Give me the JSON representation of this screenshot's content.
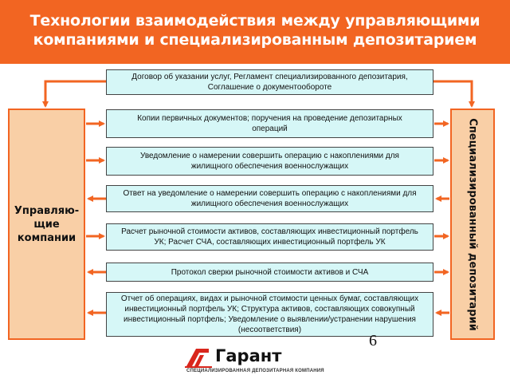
{
  "header": {
    "line1": "Технологии взаимодействия между  управляющими",
    "line2": "компаниями и специализированным депозитарием"
  },
  "left_party": {
    "line1": "Управляю-",
    "line2": "щие",
    "line3": "компании"
  },
  "right_party": {
    "label": "Специализированный депозитарий"
  },
  "flows": [
    {
      "direction": "both",
      "line1": "Договор об указании услуг, Регламент специализированного депозитария,",
      "line2": "Соглашение о документообороте"
    },
    {
      "direction": "to-depository",
      "line1": "Копии первичных документов; поручения на проведение депозитарных",
      "line2": "операций"
    },
    {
      "direction": "to-depository",
      "line1": "Уведомление о намерении совершить операцию с накоплениями для",
      "line2": "жилищного обеспечения военнослужащих"
    },
    {
      "direction": "to-company",
      "line1": "Ответ на уведомление о намерении  совершить операцию с накоплениями для",
      "line2": "жилищного обеспечения военнослужащих"
    },
    {
      "direction": "to-depository",
      "line1": "Расчет рыночной стоимости активов, составляющих инвестиционный портфель",
      "line2": "УК;  Расчет СЧА, составляющих инвестиционный портфель УК"
    },
    {
      "direction": "both",
      "line1": "Протокол сверки рыночной стоимости активов и СЧА",
      "line2": ""
    },
    {
      "direction": "to-company",
      "line1": "Отчет об операциях, видах и рыночной стоимости ценных бумаг, составляющих",
      "line2": "инвестиционный портфель УК; Структура активов, составляющих совокупный",
      "line3": "инвестиционный портфель; Уведомление о  выявлении/устранении нарушения",
      "line4": "(несоответствия)"
    }
  ],
  "logo": {
    "name": "Гарант",
    "subtitle": "СПЕЦИАЛИЗИРОВАННАЯ  ДЕПОЗИТАРНАЯ  КОМПАНИЯ"
  },
  "page_number": "6",
  "colors": {
    "accent": "#f26522",
    "party_fill": "#f9cfa6",
    "flow_fill": "#d6f7f7",
    "logo_red": "#d9261c"
  }
}
